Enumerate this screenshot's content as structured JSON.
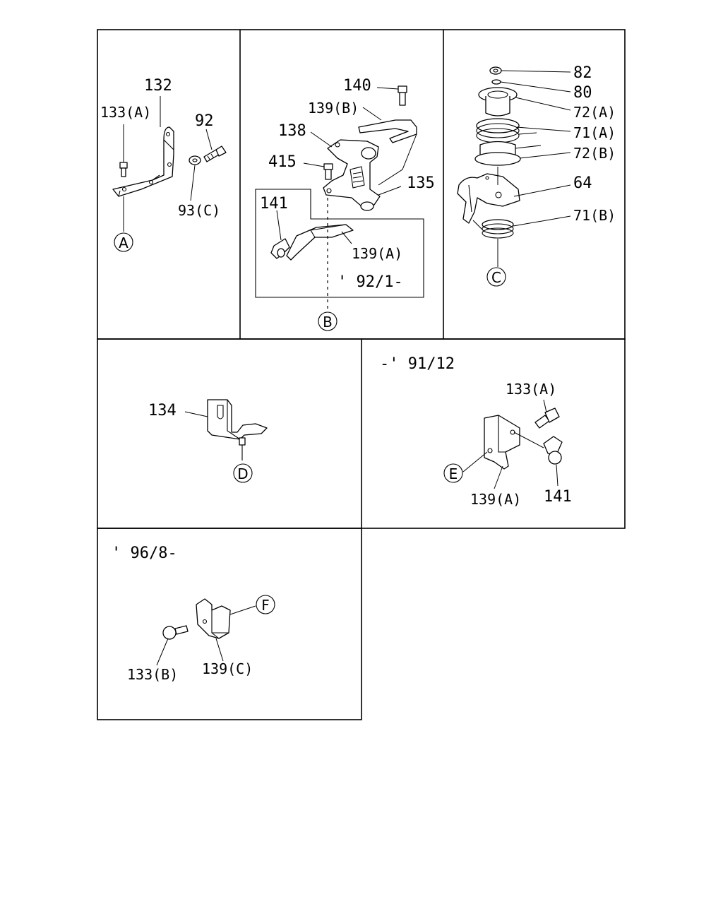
{
  "panels": {
    "throttle_bracket": {
      "labels": {
        "p132": "132",
        "p133a": "133(A)",
        "p92": "92",
        "p93c": "93(C)"
      },
      "ref": "A"
    },
    "lever_assembly": {
      "labels": {
        "p140": "140",
        "p139b": "139(B)",
        "p138": "138",
        "p415": "415",
        "p135": "135",
        "p141": "141",
        "p139a": "139(A)"
      },
      "inset_date": "' 92/1-",
      "ref": "B"
    },
    "spring_stack": {
      "labels": {
        "p82": "82",
        "p80": "80",
        "p72a": "72(A)",
        "p71a": "71(A)",
        "p72b": "72(B)",
        "p64": "64",
        "p71b": "71(B)"
      },
      "ref": "C"
    },
    "bracket_d": {
      "labels": {
        "p134": "134"
      },
      "ref": "D"
    },
    "bracket_e": {
      "date": "-' 91/12",
      "labels": {
        "p133a": "133(A)",
        "p139a": "139(A)",
        "p141": "141"
      },
      "ref": "E"
    },
    "bracket_f": {
      "date": "' 96/8-",
      "labels": {
        "p133b": "133(B)",
        "p139c": "139(C)"
      },
      "ref": "F"
    }
  }
}
